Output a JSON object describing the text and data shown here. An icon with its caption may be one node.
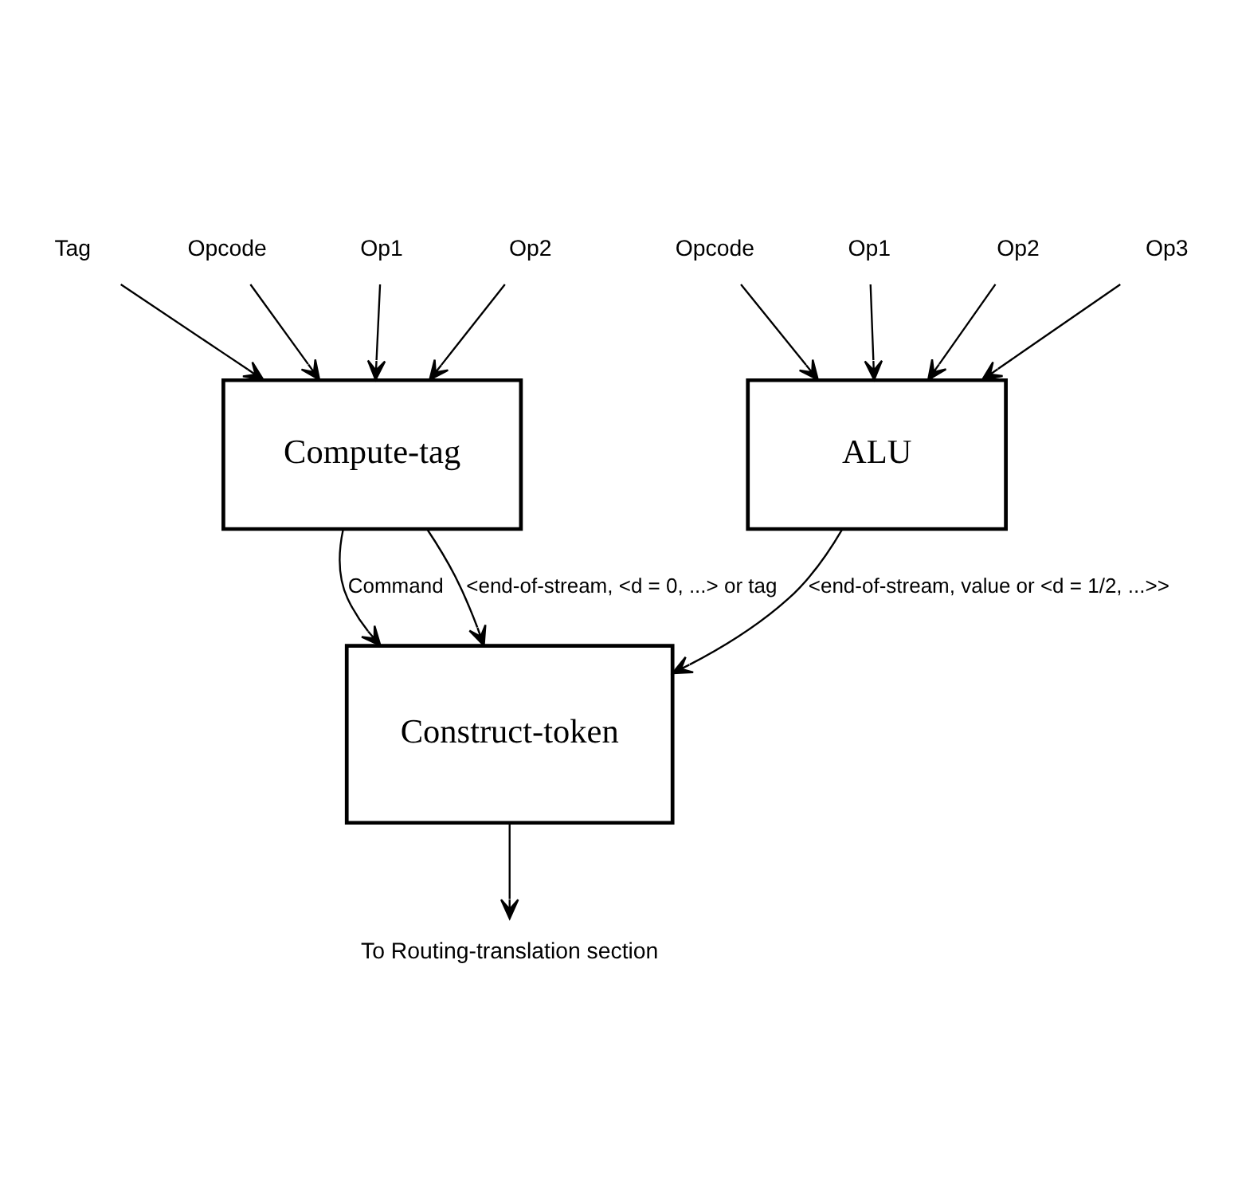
{
  "diagram": {
    "nodes": [
      {
        "text": [
          "Opcode"
        ]
      },
      {
        "text": [
          "Op1"
        ]
      },
      {
        "text": [
          "Op2"
        ]
      },
      {
        "text": [
          "Op3"
        ]
      },
      {
        "text": [
          "Opcode"
        ]
      },
      {
        "text": [
          "Op1"
        ]
      },
      {
        "text": [
          "Op2"
        ]
      },
      {
        "text": [
          "Tag"
        ]
      },
      {
        "text": [
          "ALU"
        ]
      },
      {
        "text": [
          "Compute-tag"
        ]
      },
      {
        "text": [
          "Construct-token"
        ]
      },
      {
        "text": [
          "To Routing-translation section"
        ]
      }
    ],
    "edges": [
      {
        "from": 0,
        "to": 8,
        "arrow": "to"
      },
      {
        "from": 1,
        "to": 8,
        "arrow": "to"
      },
      {
        "from": 2,
        "to": 8,
        "arrow": "to"
      },
      {
        "from": 3,
        "to": 8,
        "arrow": "to"
      },
      {
        "from": 4,
        "to": 9,
        "arrow": "to"
      },
      {
        "from": 5,
        "to": 9,
        "arrow": "to"
      },
      {
        "from": 6,
        "to": 9,
        "arrow": "to"
      },
      {
        "from": 7,
        "to": 9,
        "arrow": "to"
      },
      {
        "from": 8,
        "to": 10,
        "arrow": "to",
        "label": "<end-of-stream, value or <d = 1/2, ...>>"
      },
      {
        "from": 9,
        "to": 10,
        "arrow": "to",
        "label": "<end-of-stream, <d = 0, ...> or tag"
      },
      {
        "from": 9,
        "to": 10,
        "arrow": "to",
        "label": "Command"
      },
      {
        "from": 10,
        "to": 11,
        "arrow": "to"
      }
    ]
  }
}
